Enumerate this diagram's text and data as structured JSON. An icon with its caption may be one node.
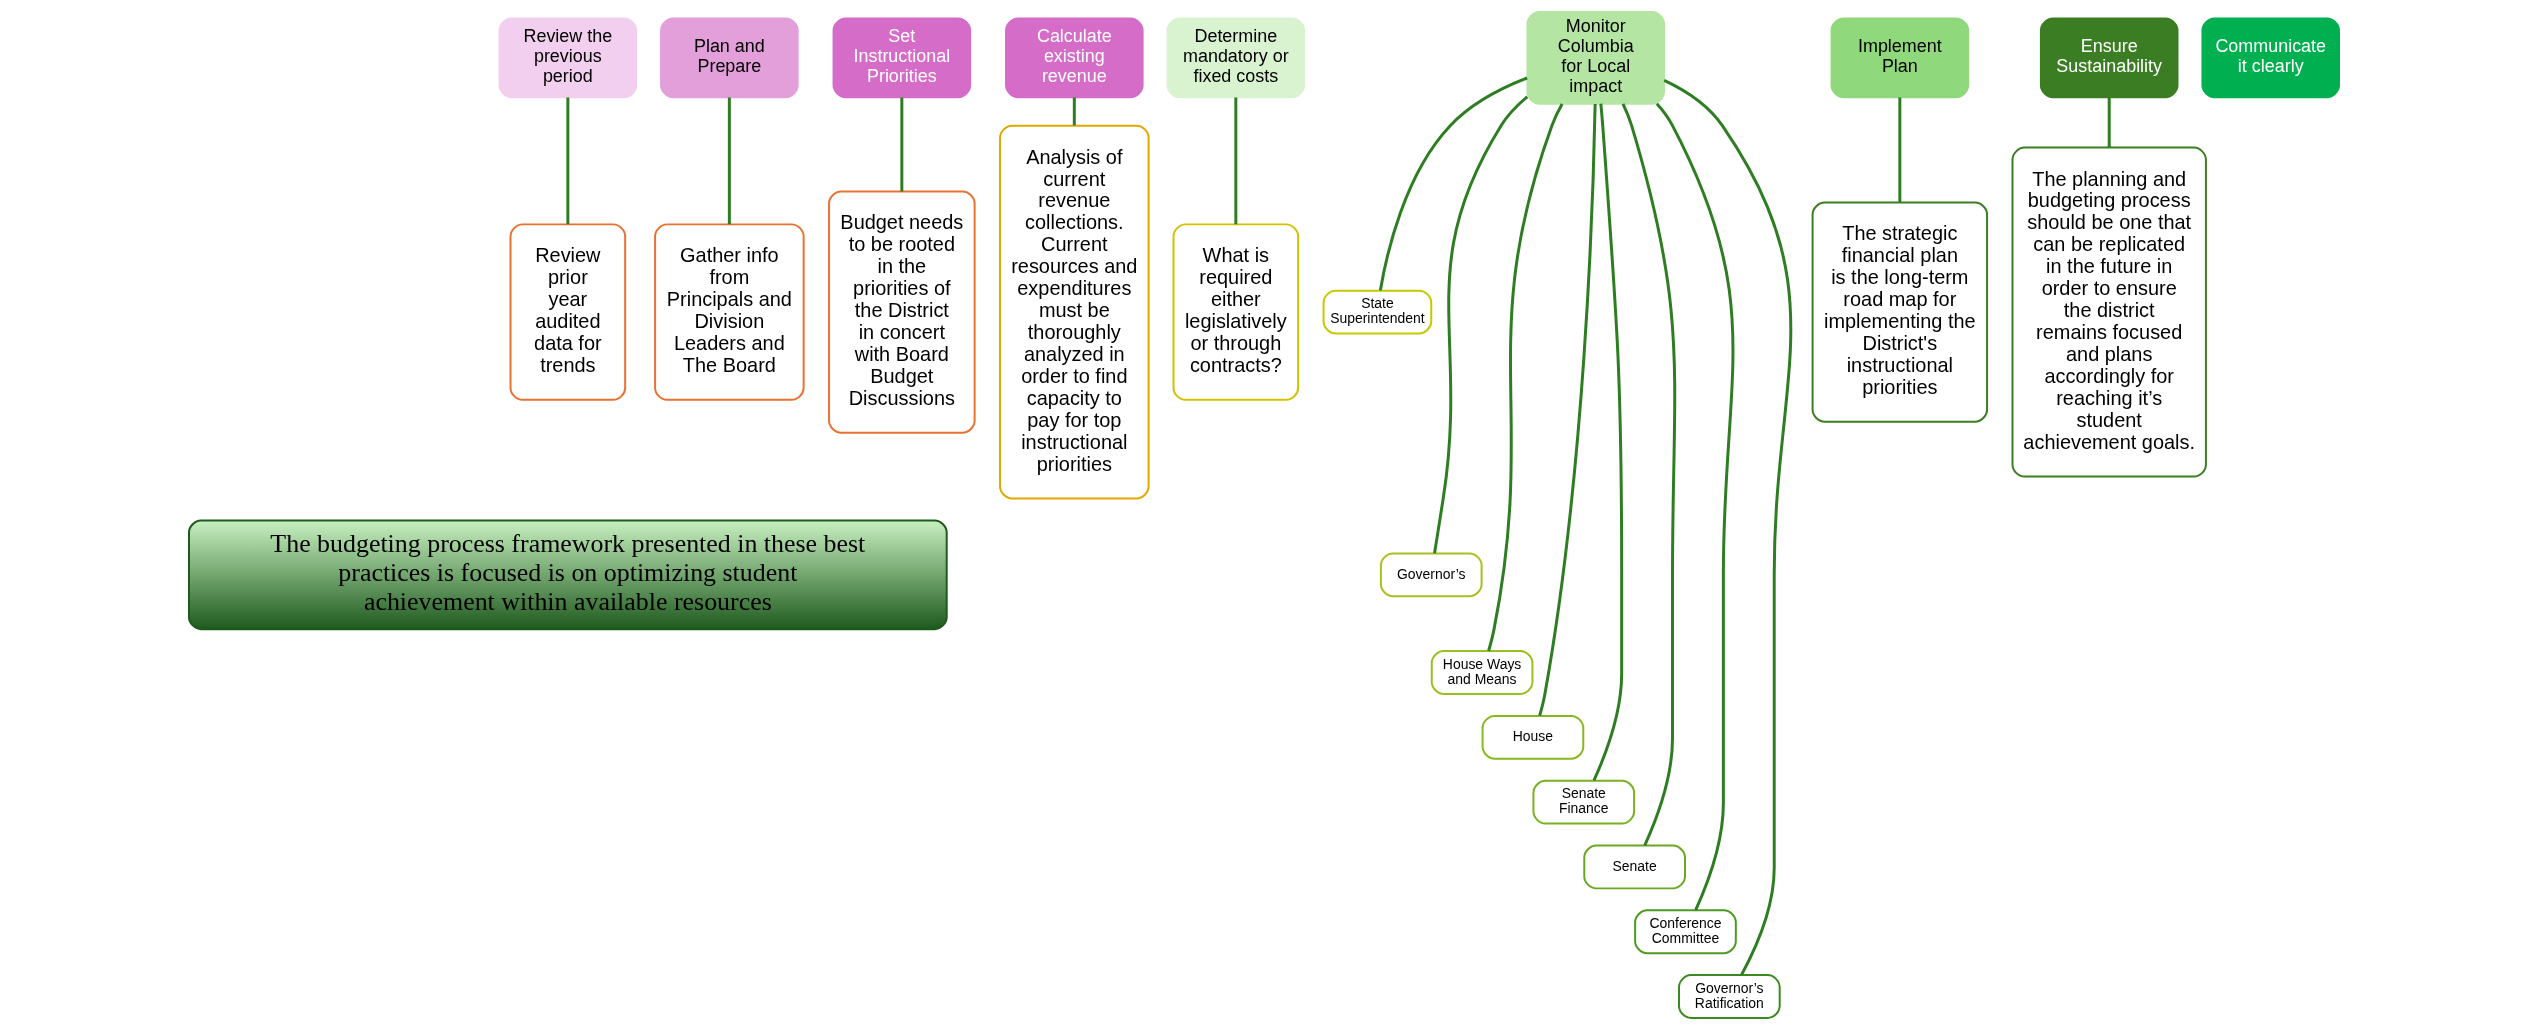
{
  "diagram": {
    "nodes": [
      {
        "text": [
          "Review the previous period"
        ]
      },
      {
        "text": [
          "Review prior year audited data for trends"
        ]
      },
      {
        "text": [
          "Plan and Prepare"
        ]
      },
      {
        "text": [
          "Gather info from Principals and Division Leaders and The Board"
        ]
      },
      {
        "text": [
          "Set Instructional Priorities"
        ]
      },
      {
        "text": [
          "Budget needs to be rooted in the priorities of the District in concert with Board Budget Discussions"
        ]
      },
      {
        "text": [
          "Calculate existing revenue"
        ]
      },
      {
        "text": [
          "Analysis of current revenue collections. Current resources and expenditures must be thoroughly analyzed in order to find capacity to pay for top instructional priorities"
        ]
      },
      {
        "text": [
          "Determine mandatory or fixed costs"
        ]
      },
      {
        "text": [
          "What is required either legislatively or through contracts?"
        ]
      },
      {
        "text": [
          "Monitor Columbia for Local impact"
        ]
      },
      {
        "text": [
          "State Superintendent"
        ]
      },
      {
        "text": [
          "Governor’s"
        ]
      },
      {
        "text": [
          "House Ways and Means"
        ]
      },
      {
        "text": [
          "House"
        ]
      },
      {
        "text": [
          "Senate Finance"
        ]
      },
      {
        "text": [
          "Senate"
        ]
      },
      {
        "text": [
          "Conference Committee"
        ]
      },
      {
        "text": [
          "Governor’s Ratification"
        ]
      },
      {
        "text": [
          "Implement Plan"
        ]
      },
      {
        "text": [
          "The strategic financial plan is the long-term road map for implementing the District's instructional priorities"
        ]
      },
      {
        "text": [
          "Ensure Sustainability"
        ]
      },
      {
        "text": [
          "The planning and budgeting process should be one that can be replicated in the future in order to ensure the district remains focused and plans accordingly for reaching it’s student achievement goals."
        ]
      },
      {
        "text": [
          "Communicate it clearly"
        ]
      },
      {
        "text": [
          "The budgeting process framework presented in these best practices is focused is on optimizing student achievement within available resources"
        ]
      }
    ],
    "edges": [
      {
        "from": 0,
        "to": 1,
        "arrow": "none"
      },
      {
        "from": 2,
        "to": 3,
        "arrow": "none"
      },
      {
        "from": 4,
        "to": 5,
        "arrow": "none"
      },
      {
        "from": 6,
        "to": 7,
        "arrow": "none"
      },
      {
        "from": 8,
        "to": 9,
        "arrow": "none"
      },
      {
        "from": 10,
        "to": 11,
        "arrow": "none"
      },
      {
        "from": 10,
        "to": 12,
        "arrow": "none"
      },
      {
        "from": 10,
        "to": 13,
        "arrow": "none"
      },
      {
        "from": 10,
        "to": 14,
        "arrow": "none"
      },
      {
        "from": 10,
        "to": 15,
        "arrow": "none"
      },
      {
        "from": 10,
        "to": 16,
        "arrow": "none"
      },
      {
        "from": 10,
        "to": 17,
        "arrow": "none"
      },
      {
        "from": 10,
        "to": 18,
        "arrow": "none"
      },
      {
        "from": 19,
        "to": 20,
        "arrow": "none"
      },
      {
        "from": 21,
        "to": 22,
        "arrow": "none"
      }
    ]
  }
}
